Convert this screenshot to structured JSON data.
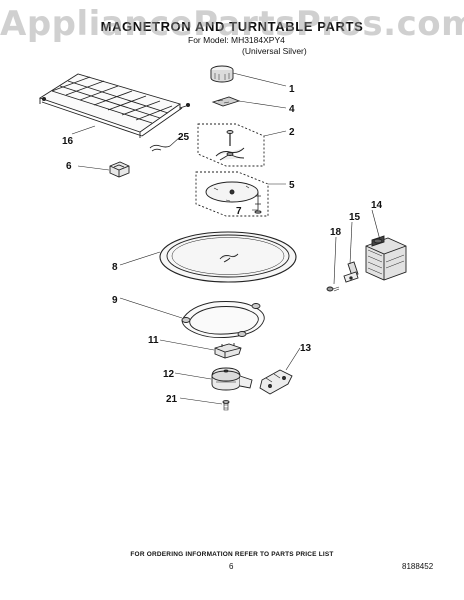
{
  "watermark": "AppliancePartsPros.com",
  "title": "MAGNETRON AND TURNTABLE PARTS",
  "model_line": "For Model: MH3184XPY4",
  "color_line": "(Universal Silver)",
  "callouts": [
    "1",
    "4",
    "2",
    "5",
    "7",
    "16",
    "25",
    "6",
    "8",
    "18",
    "15",
    "14",
    "9",
    "11",
    "13",
    "12",
    "21"
  ],
  "footer_note": "FOR ORDERING INFORMATION REFER TO PARTS PRICE LIST",
  "page_number": "6",
  "document_number": "8188452"
}
